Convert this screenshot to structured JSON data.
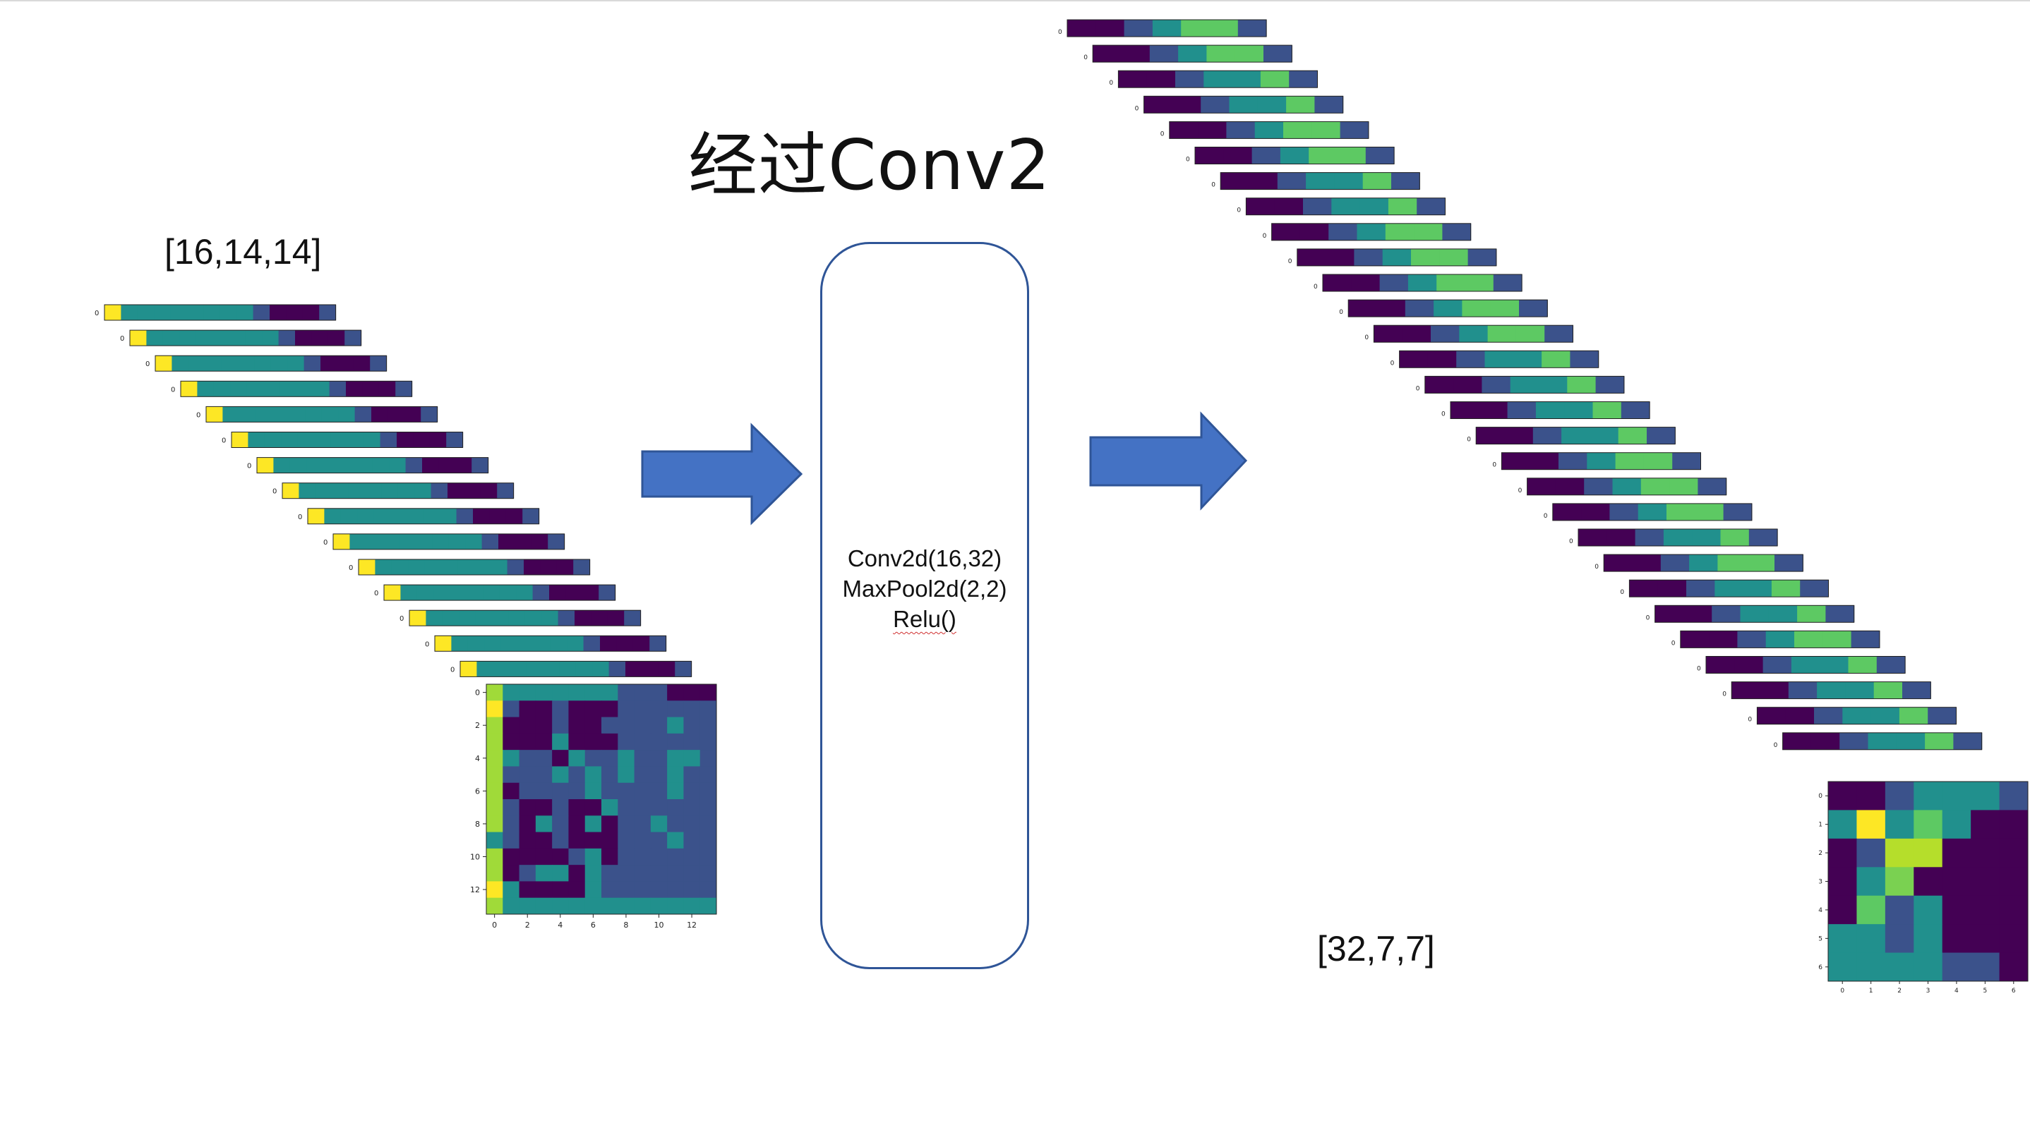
{
  "title": "经过Conv2",
  "input_shape": "[16,14,14]",
  "output_shape": "[32,7,7]",
  "operation": {
    "lines": [
      "Conv2d(16,32)",
      "MaxPool2d(2,2)",
      "Relu()"
    ]
  },
  "colors": {
    "arrow_fill": "#4472c4",
    "arrow_stroke": "#2f5597",
    "box_border": "#2f5597",
    "viridis": [
      "#440154",
      "#3b528b",
      "#21908d",
      "#5dc963",
      "#fde725"
    ]
  },
  "input_stack": {
    "count": 16,
    "strip_labels": "0",
    "front_matrix": {
      "size": 14,
      "y_ticks": [
        "0",
        "2",
        "4",
        "6",
        "8",
        "10",
        "12"
      ],
      "x_ticks": [
        "0",
        "2",
        "4",
        "6",
        "8",
        "10",
        "12"
      ]
    }
  },
  "output_stack": {
    "count": 30,
    "strip_labels": "0",
    "front_matrix": {
      "size": 7,
      "y_ticks": [
        "0",
        "1",
        "2",
        "3",
        "4",
        "5",
        "6"
      ],
      "x_ticks": [
        "0",
        "1",
        "2",
        "3",
        "4",
        "5",
        "6"
      ]
    }
  }
}
